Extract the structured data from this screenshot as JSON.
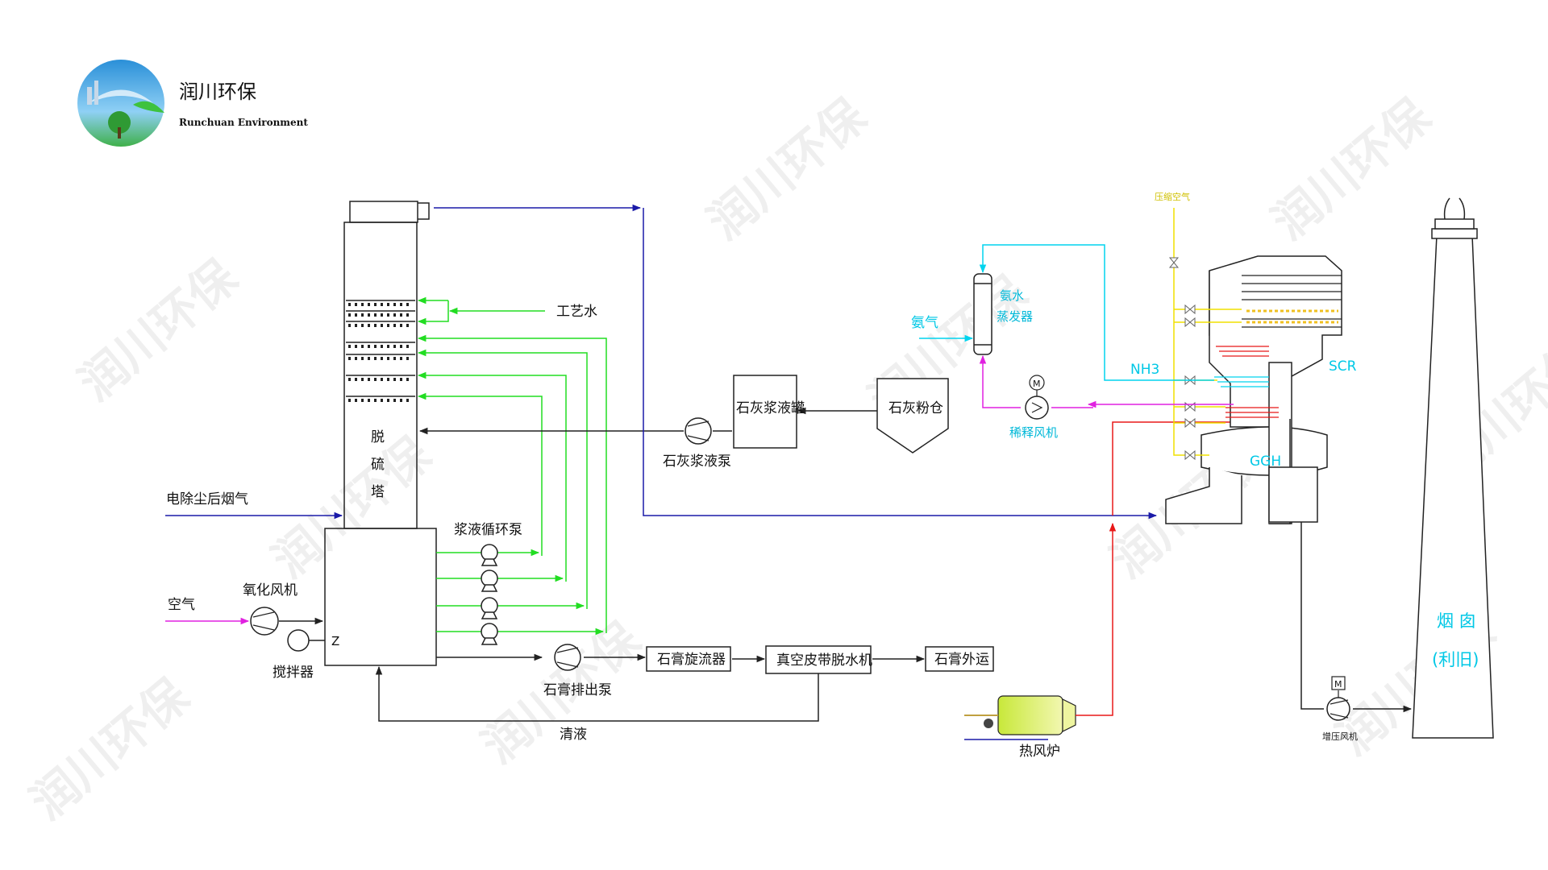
{
  "brand": {
    "name_cn": "润川环保",
    "name_en": "Runchuan Environment"
  },
  "watermark": "润川环保",
  "labels": {
    "tower_char1": "脱",
    "tower_char2": "硫",
    "tower_char3": "塔",
    "process_water": "工艺水",
    "flue_gas_in": "电除尘后烟气",
    "air": "空气",
    "oxidation_fan": "氧化风机",
    "agitator": "搅拌器",
    "agitator_symbol": "Z",
    "slurry_pump": "浆液循环泵",
    "lime_slurry_tank": "石灰浆液罐",
    "lime_powder_silo": "石灰粉仓",
    "lime_slurry_pump": "石灰浆液泵",
    "gypsum_cyclone": "石膏旋流器",
    "vacuum_belt": "真空皮带脱水机",
    "gypsum_out": "石膏外运",
    "gypsum_pump": "石膏排出泵",
    "clear_liquid": "清液",
    "ammonia_gas": "氨气",
    "ammonia_evap_1": "氨水",
    "ammonia_evap_2": "蒸发器",
    "dilution_fan": "稀释风机",
    "motor_symbol": "M",
    "nh3": "NH3",
    "scr": "SCR",
    "ggh": "GGH",
    "compressed_air": "压缩空气",
    "hot_air_furnace": "热风炉",
    "booster_fan": "增压风机",
    "chimney_1": "烟 囱",
    "chimney_2": "(利旧)"
  },
  "colors": {
    "blue_line": "#1a1aa8",
    "green_line": "#22dd22",
    "magenta_line": "#e020e0",
    "cyan_line": "#00d4ee",
    "red_line": "#e81818",
    "yellow_line": "#f0e000",
    "black_line": "#222222"
  }
}
